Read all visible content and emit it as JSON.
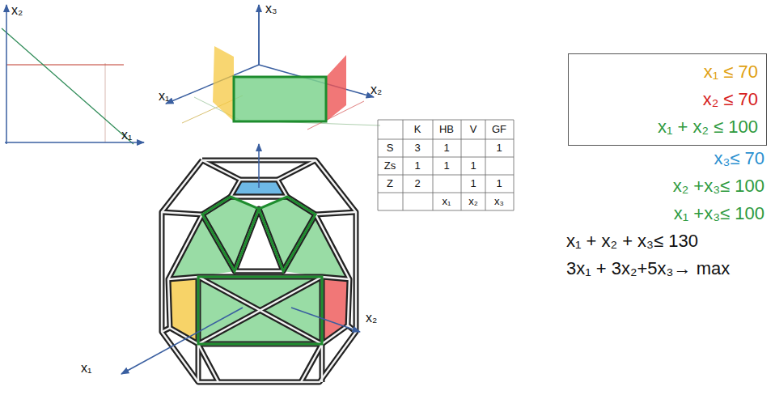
{
  "diagram": {
    "nodes": [
      {
        "text": [
          "x₁ ≤ 70",
          "x₂ ≤ 70",
          "x₁ + x₂ ≤ 100"
        ]
      }
    ],
    "labels": [
      "x₂",
      "x₁",
      "x₃",
      "x₁",
      "x₂",
      "K",
      "HB",
      "V",
      "GF",
      "S",
      "3",
      "1",
      "1",
      "Zs",
      "1",
      "1",
      "1",
      "Z",
      "2",
      "1",
      "1",
      "x₁",
      "x₂",
      "x₃",
      "x₁",
      "x₂",
      "x₃≤ 70",
      "x₂ +x₃≤ 100",
      "x₁ +x₃≤ 100",
      "x₁ + x₂ + x₃≤ 130",
      "3x₁ + 3x₂+5x₃→ max"
    ]
  }
}
